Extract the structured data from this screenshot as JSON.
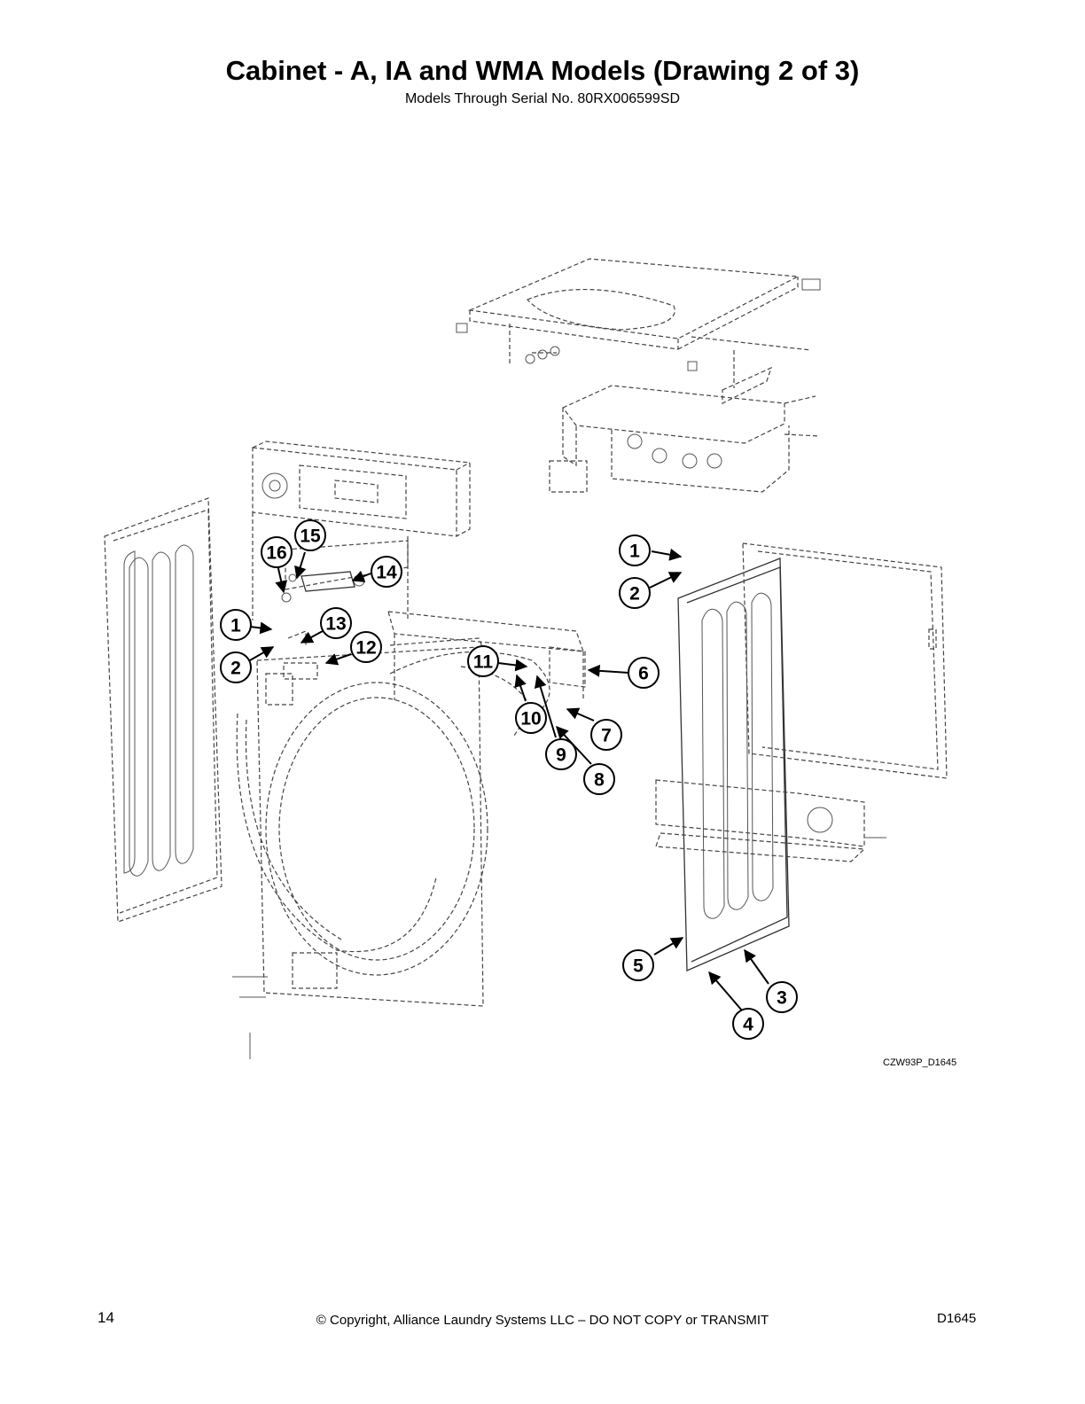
{
  "header": {
    "title": "Cabinet - A, IA and WMA Models (Drawing 2 of 3)",
    "subtitle": "Models Through Serial No. 80RX006599SD"
  },
  "diagram": {
    "drawing_id": "CZW93P_D1645",
    "callouts": [
      {
        "label": "1"
      },
      {
        "label": "2"
      },
      {
        "label": "16"
      },
      {
        "label": "15"
      },
      {
        "label": "14"
      },
      {
        "label": "1"
      },
      {
        "label": "2"
      },
      {
        "label": "13"
      },
      {
        "label": "12"
      },
      {
        "label": "11"
      },
      {
        "label": "10"
      },
      {
        "label": "9"
      },
      {
        "label": "8"
      },
      {
        "label": "7"
      },
      {
        "label": "6"
      },
      {
        "label": "5"
      },
      {
        "label": "4"
      },
      {
        "label": "3"
      }
    ]
  },
  "footer": {
    "page_number": "14",
    "copyright": "© Copyright, Alliance Laundry Systems LLC – DO NOT COPY or TRANSMIT",
    "doc_code": "D1645"
  }
}
